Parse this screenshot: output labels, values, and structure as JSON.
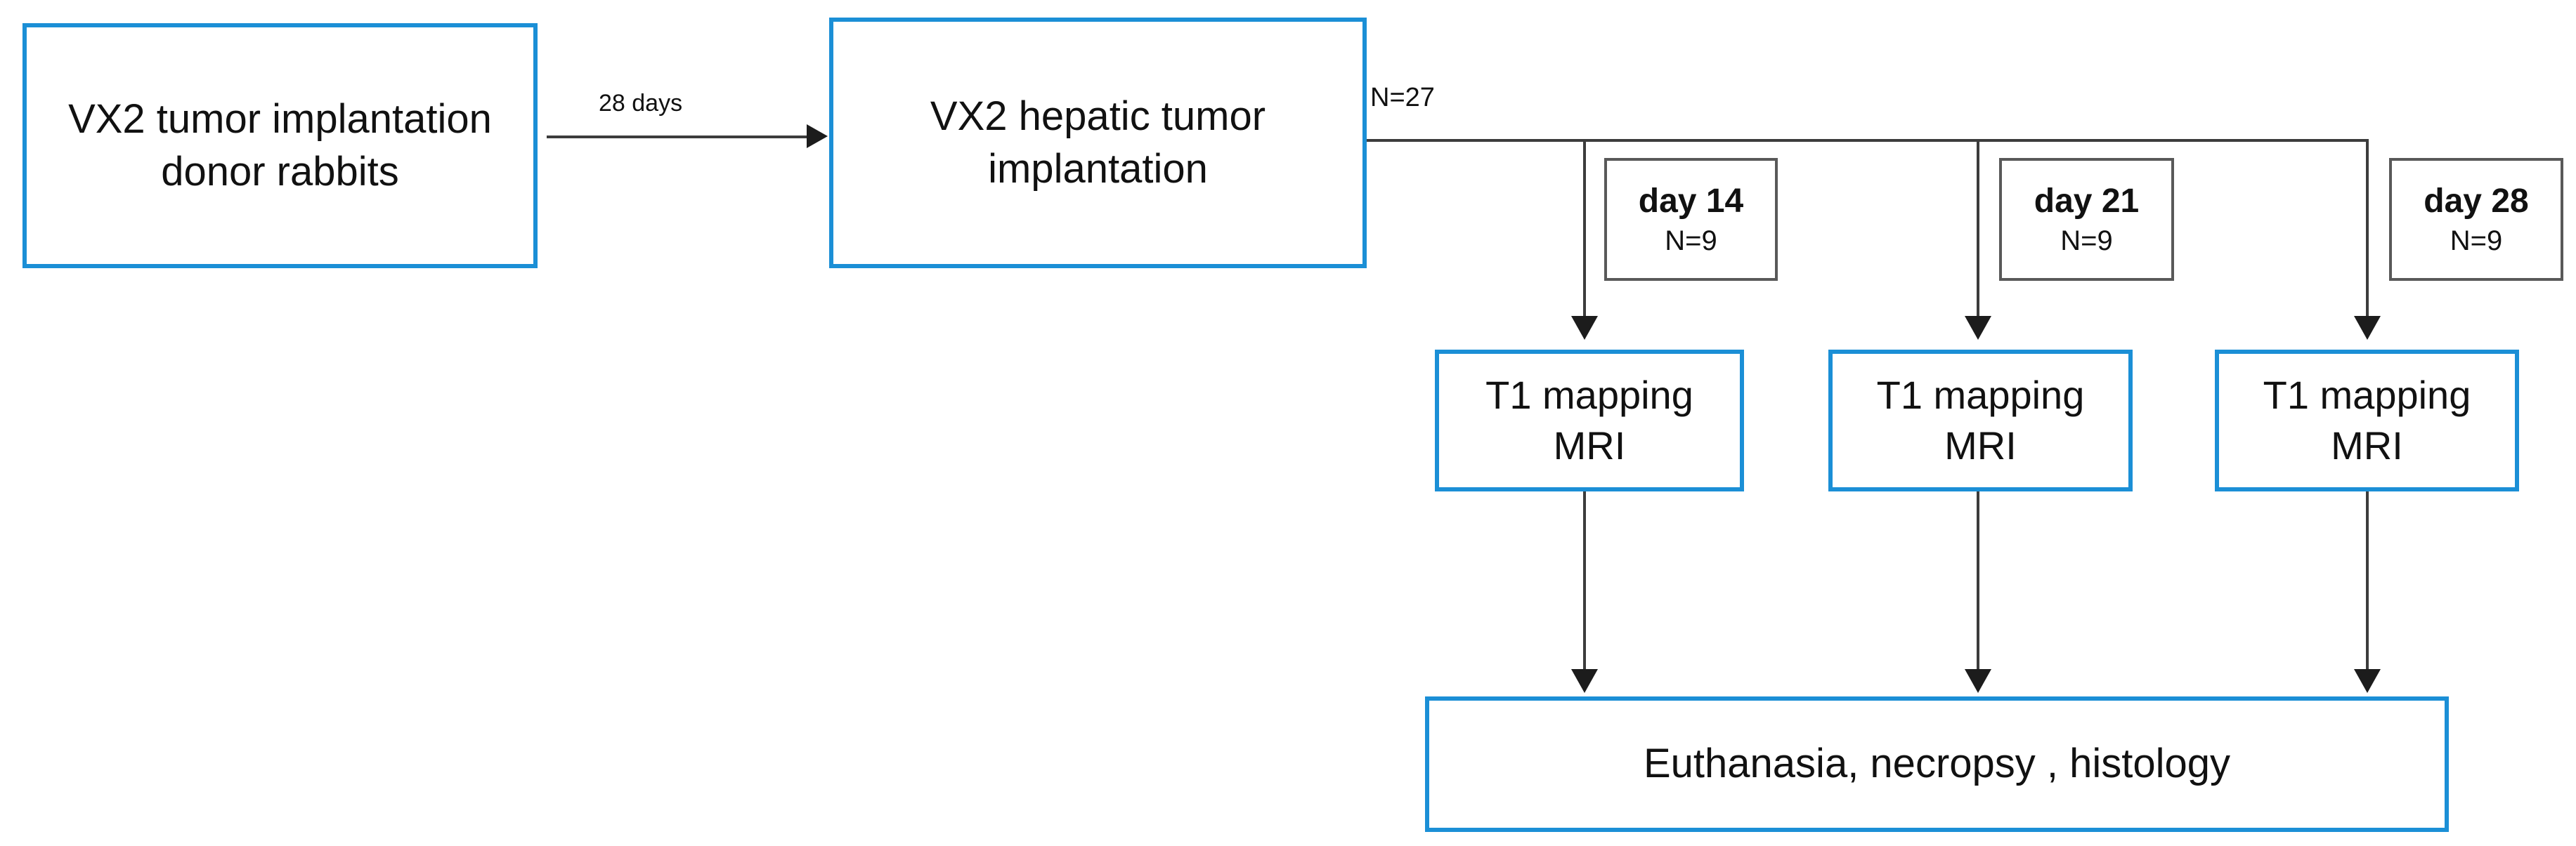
{
  "diagram": {
    "title": "VX2 rabbit hepatic tumor study flowchart",
    "colors": {
      "box_blue": "#1b8fd6",
      "box_gray": "#595959",
      "connector": "#3c3c3c",
      "text": "#111111",
      "background": "#ffffff"
    },
    "nodes": {
      "donor": {
        "label": "VX2 tumor implantation\ndonor rabbits"
      },
      "hepatic": {
        "label": "VX2 hepatic tumor\nimplantation"
      },
      "timepoints": [
        {
          "day_label": "day 14",
          "n_label": "N=9"
        },
        {
          "day_label": "day 21",
          "n_label": "N=9"
        },
        {
          "day_label": "day 28",
          "n_label": "N=9"
        }
      ],
      "mri": [
        {
          "label": "T1 mapping\nMRI"
        },
        {
          "label": "T1 mapping\nMRI"
        },
        {
          "label": "T1 mapping\nMRI"
        }
      ],
      "endpoint": {
        "label": "Euthanasia, necropsy , histology"
      }
    },
    "edges": {
      "incubation_label": "28 days",
      "cohort_label": "N=27"
    }
  }
}
